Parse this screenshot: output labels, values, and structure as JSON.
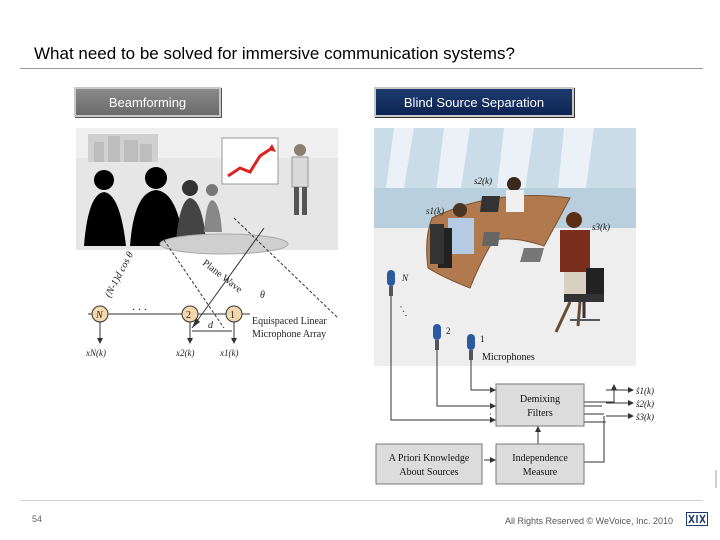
{
  "slide": {
    "title": "What need to be solved for immersive communication systems?",
    "page_number": "54",
    "copyright": "All Rights Reserved © WeVoice, Inc. 2010"
  },
  "tabs": [
    {
      "label": "Beamforming",
      "style": "gray"
    },
    {
      "label": "Blind Source Separation",
      "style": "navy"
    }
  ],
  "beamforming": {
    "delay_label": "(N-1)d cos θ",
    "wave_label": "Plane Wave",
    "angle_label": "θ",
    "spacing_label": "d",
    "ellipsis": ". . .",
    "mics": [
      "N",
      "2",
      "1"
    ],
    "signals": [
      "xN(k)",
      "x2(k)",
      "x1(k)"
    ],
    "array_label_line1": "Equispaced Linear",
    "array_label_line2": "Microphone Array"
  },
  "bss": {
    "sources": [
      "s2(k)",
      "s1(k)",
      "s3(k)"
    ],
    "mics": [
      "N",
      "2",
      "1"
    ],
    "mic_dots": ". . .",
    "mics_label": "Microphones",
    "demix_line1": "Demixing",
    "demix_line2": "Filters",
    "outputs": [
      "ŝ1(k)",
      "ŝ2(k)",
      "ŝ3(k)"
    ],
    "prior_line1": "A Priori Knowledge",
    "prior_line2": "About Sources",
    "indep_line1": "Independence",
    "indep_line2": "Measure"
  },
  "colors": {
    "tab_gray": "#7a7a7a",
    "tab_navy": "#0c2452",
    "box_fill": "#dcdcdc",
    "sky": "#c9dce8",
    "table": "#b07a4e"
  }
}
